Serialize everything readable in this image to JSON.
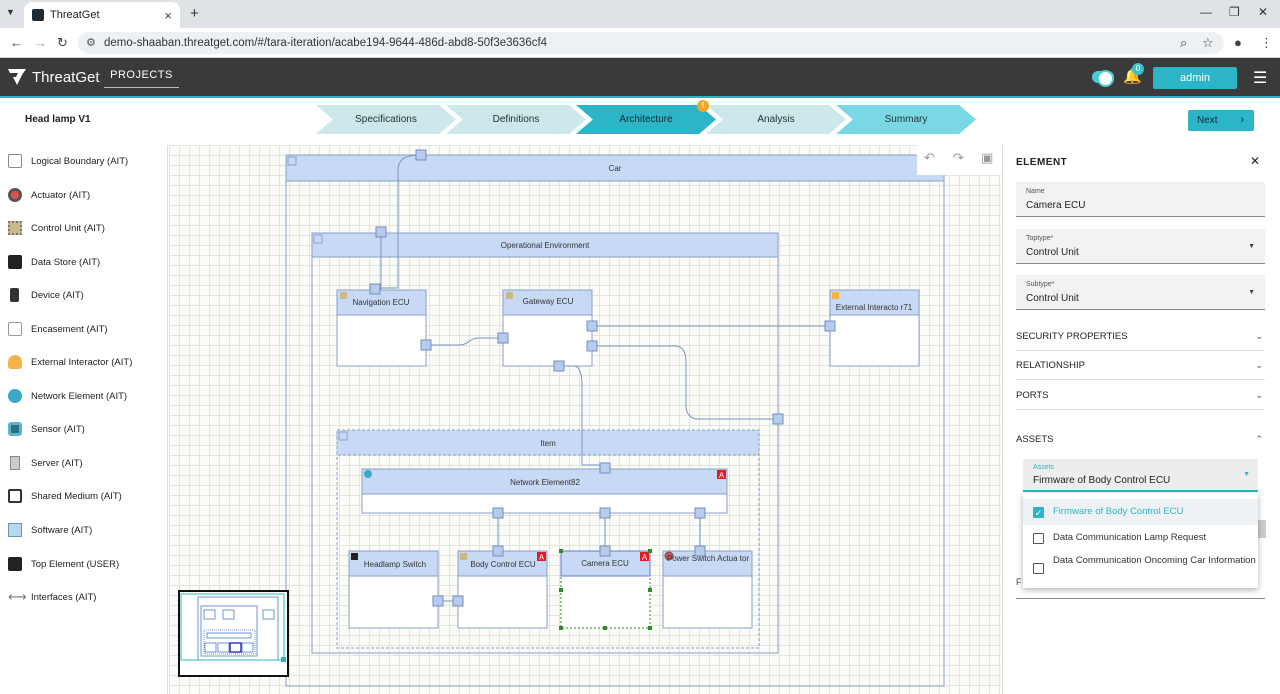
{
  "browser": {
    "tab_title": "ThreatGet",
    "url": "demo-shaaban.threatget.com/#/tara-iteration/acabe194-9644-486d-abd8-50f3e3636cf4"
  },
  "app": {
    "brand": "ThreatGet",
    "nav_projects": "PROJECTS",
    "notification_count": "0",
    "user": "admin",
    "accent_color": "#2cb5c6"
  },
  "stepper": {
    "project_name": "Head lamp V1",
    "steps": [
      "Specifications",
      "Definitions",
      "Architecture",
      "Analysis",
      "Summary"
    ],
    "active_step": "Architecture",
    "warning_mark": "!",
    "next_label": "Next"
  },
  "palette": {
    "items": [
      {
        "label": "Logical Boundary (AIT)",
        "icon": "logical-boundary-icon"
      },
      {
        "label": "Actuator (AIT)",
        "icon": "actuator-icon"
      },
      {
        "label": "Control Unit (AIT)",
        "icon": "control-unit-icon"
      },
      {
        "label": "Data Store (AIT)",
        "icon": "data-store-icon"
      },
      {
        "label": "Device (AIT)",
        "icon": "device-icon"
      },
      {
        "label": "Encasement (AIT)",
        "icon": "encasement-icon"
      },
      {
        "label": "External Interactor (AIT)",
        "icon": "external-interactor-icon"
      },
      {
        "label": "Network Element (AIT)",
        "icon": "network-element-icon"
      },
      {
        "label": "Sensor (AIT)",
        "icon": "sensor-icon"
      },
      {
        "label": "Server (AIT)",
        "icon": "server-icon"
      },
      {
        "label": "Shared Medium (AIT)",
        "icon": "shared-medium-icon"
      },
      {
        "label": "Software (AIT)",
        "icon": "software-icon"
      },
      {
        "label": "Top Element (USER)",
        "icon": "top-element-icon"
      },
      {
        "label": "Interfaces (AIT)",
        "icon": "interfaces-icon"
      }
    ]
  },
  "diagram": {
    "car": "Car",
    "operational_environment": "Operational Environment",
    "navigation_ecu": "Navigation ECU",
    "gateway_ecu": "Gateway ECU",
    "external_interactor": "External Interacto r71",
    "item": "Item",
    "network_element": "Network Element82",
    "headlamp_switch": "Headlamp Switch",
    "body_control_ecu": "Body Control ECU",
    "camera_ecu": "Camera ECU",
    "power_switch_actuator": "Power Switch Actua tor",
    "asset_badge": "A"
  },
  "panel": {
    "title": "ELEMENT",
    "name_label": "Name",
    "name_value": "Camera ECU",
    "toptype_label": "Toptype*",
    "toptype_value": "Control Unit",
    "subtype_label": "Subtype*",
    "subtype_value": "Control Unit",
    "sections": [
      "SECURITY PROPERTIES",
      "RELATIONSHIP",
      "PORTS",
      "ASSETS"
    ],
    "assets_label": "Assets",
    "assets_value": "Firmware of Body Control ECU",
    "asset_options": [
      {
        "label": "Firmware of Body Control ECU",
        "checked": true
      },
      {
        "label": "Data Communication Lamp Request",
        "checked": false
      },
      {
        "label": "Data Communication Oncoming Car Information",
        "checked": false
      }
    ],
    "behind_label": "F"
  }
}
